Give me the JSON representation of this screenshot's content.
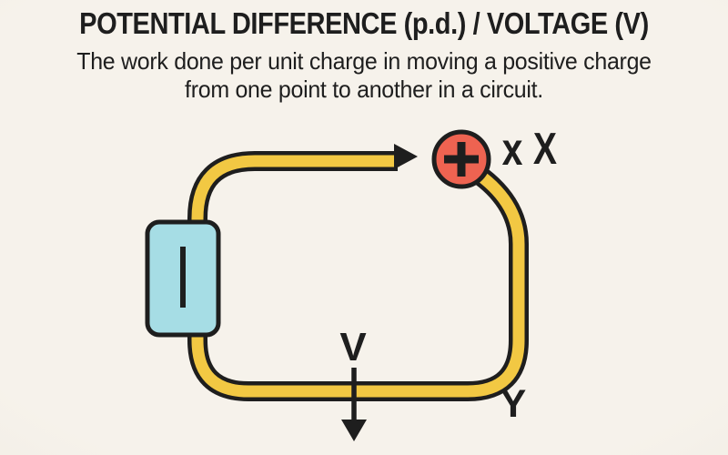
{
  "header": {
    "title": "POTENTIAL DIFFERENCE (p.d.) / VOLTAGE (V)",
    "subtitle_line1": "The work done per unit charge in moving a positive charge",
    "subtitle_line2": "from one point to another in a circuit."
  },
  "diagram": {
    "labels": {
      "point_x_marker": "x",
      "point_x": "X",
      "voltage": "V",
      "point_y": "Y"
    },
    "icons": {
      "charge_symbol": "plus-icon",
      "current_direction": "right-arrow-icon",
      "voltage_direction": "down-arrow-icon",
      "cell_terminal": "vertical-bar-icon"
    },
    "colors": {
      "background": "#F6F2EB",
      "wire": "#F2C843",
      "cell": "#A6DDE5",
      "charge": "#EE6351",
      "outline": "#1E1E1E"
    }
  }
}
